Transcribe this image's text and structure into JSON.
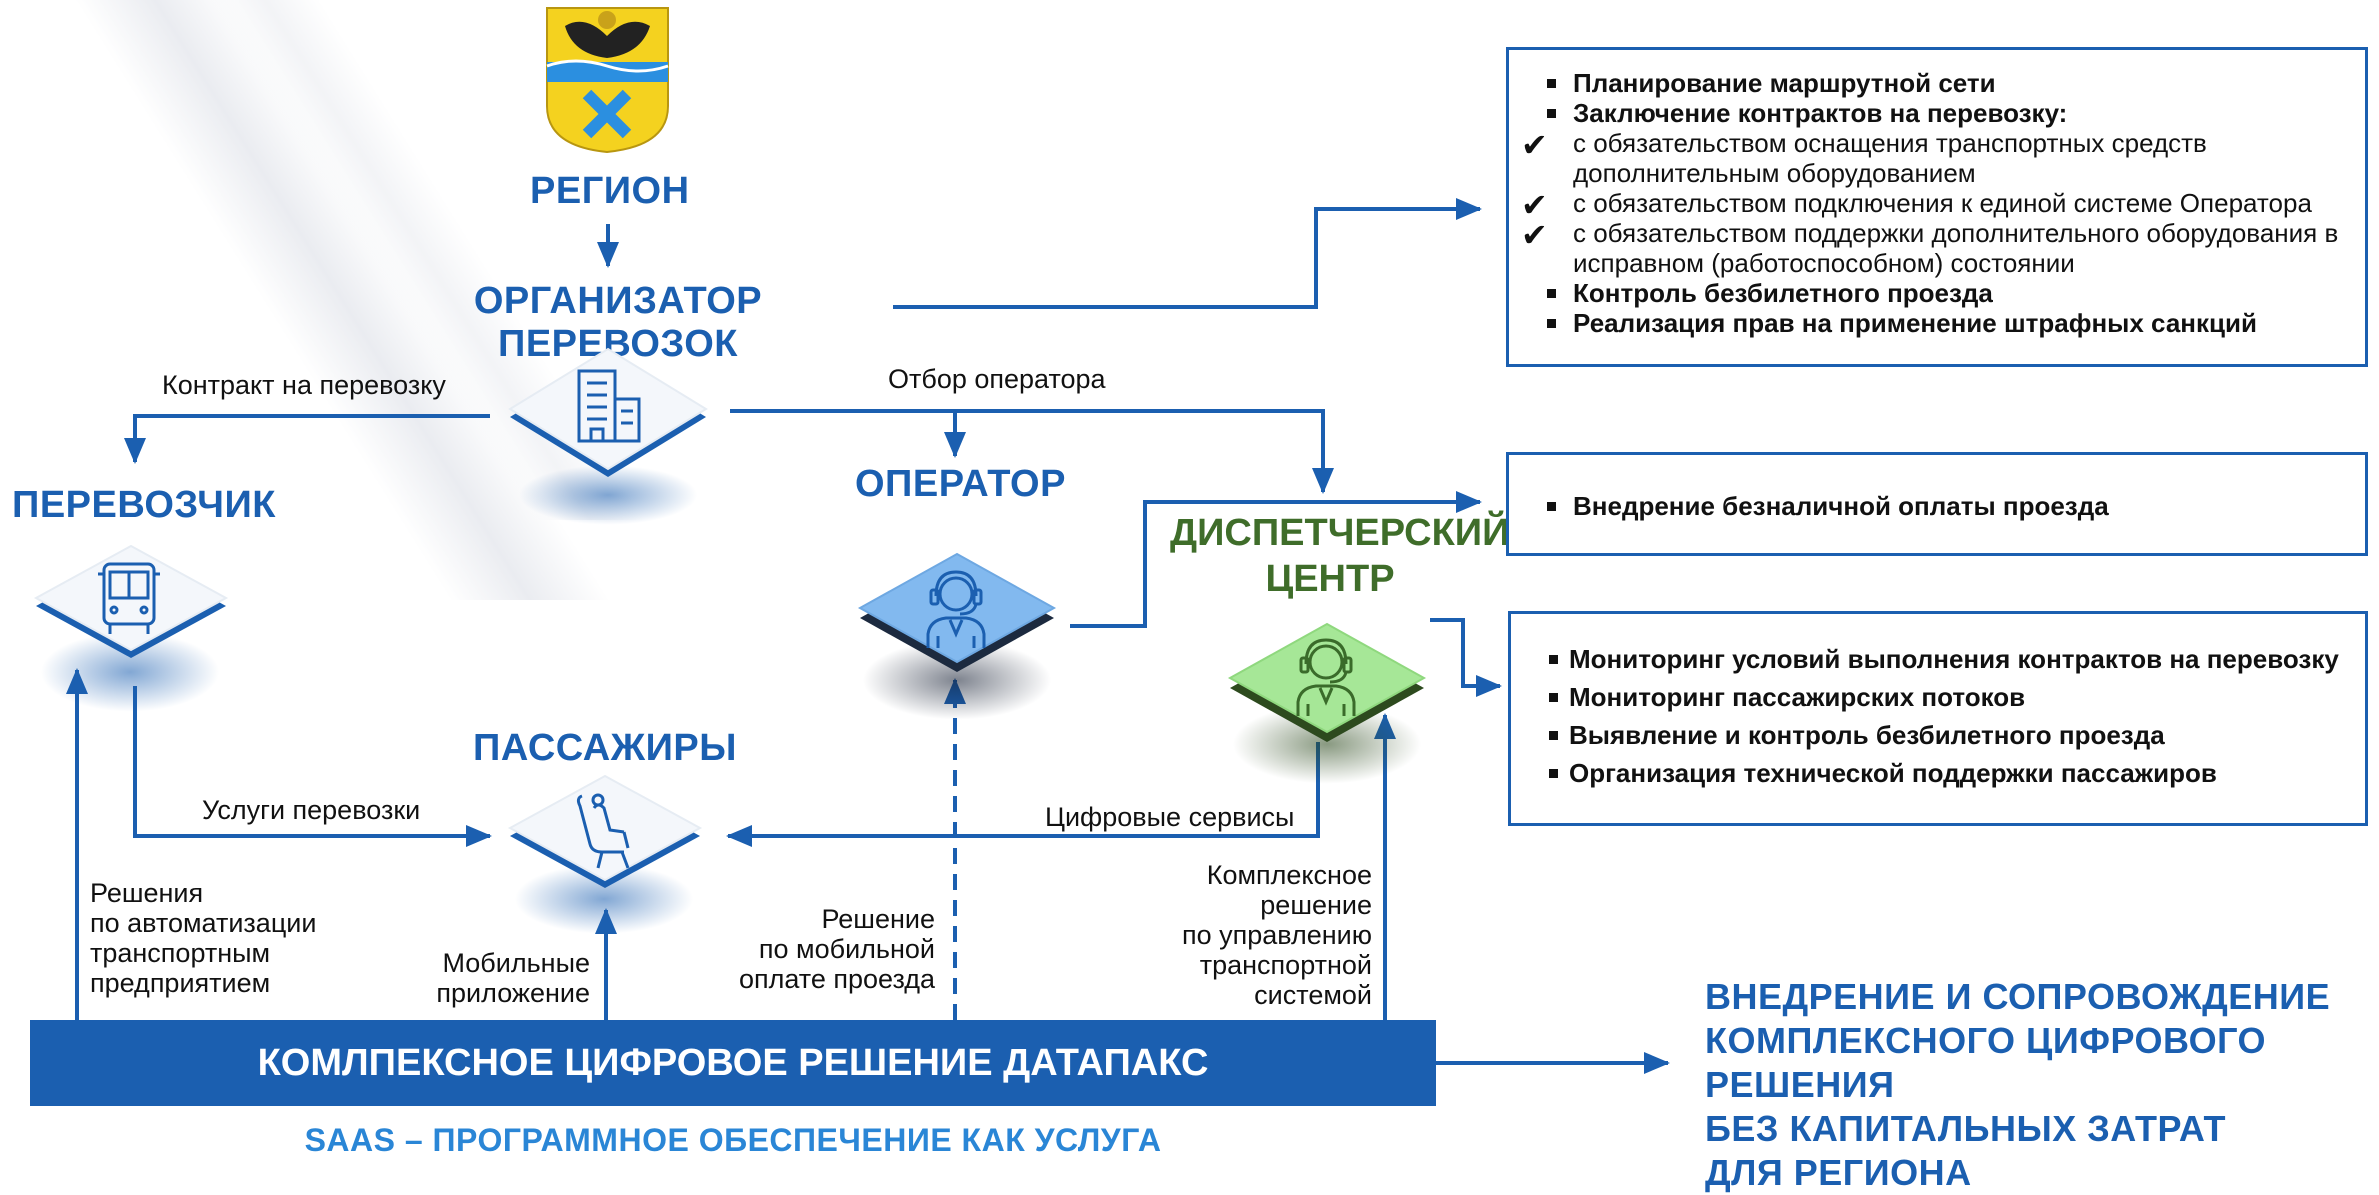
{
  "nodes": {
    "region": "РЕГИОН",
    "organizer": "ОРГАНИЗАТОР ПЕРЕВОЗОК",
    "carrier": "ПЕРЕВОЗЧИК",
    "operator": "ОПЕРАТОР",
    "dispatch_line1": "ДИСПЕТЧЕРСКИЙ",
    "dispatch_line2": "ЦЕНТР",
    "passengers": "ПАССАЖИРЫ"
  },
  "edges": {
    "contract": "Контракт на перевозку",
    "operator_selection": "Отбор оператора",
    "transport_services": "Услуги перевозки",
    "digital_services": "Цифровые сервисы",
    "automation": [
      "Решения",
      "по автоматизации",
      "транспортным",
      "предприятием"
    ],
    "mobile_apps": [
      "Мобильные",
      "приложение"
    ],
    "mobile_payment": [
      "Решение",
      "по мобильной",
      "оплате проезда"
    ],
    "complex_mgmt": [
      "Комплексное",
      "решение",
      "по управлению",
      "транспортной",
      "системой"
    ]
  },
  "box_organizer": [
    {
      "kind": "bullet",
      "text": "Планирование маршрутной сети"
    },
    {
      "kind": "bullet",
      "text": "Заключение контрактов на перевозку:"
    },
    {
      "kind": "check",
      "text": "с обязательством оснащения транспортных средств дополнительным оборудованием"
    },
    {
      "kind": "check",
      "text": "с обязательством подключения к единой системе Оператора"
    },
    {
      "kind": "check",
      "text": "с обязательством поддержки дополнительного оборудования в исправном (работоспособном) состоянии"
    },
    {
      "kind": "bullet",
      "text": "Контроль безбилетного проезда"
    },
    {
      "kind": "bullet",
      "text": "Реализация прав на применение штрафных санкций"
    }
  ],
  "box_operator": [
    "Внедрение безналичной оплаты проезда"
  ],
  "box_dispatch": [
    "Мониторинг условий выполнения контрактов на перевозку",
    "Мониторинг пассажирских потоков",
    "Выявление и контроль безбилетного проезда",
    "Организация технической поддержки пассажиров"
  ],
  "bottom_bar": "КОМЛПЕКСНОЕ ЦИФРОВОЕ РЕШЕНИЕ ДАТАПАКС",
  "saas": "SAAS – ПРОГРАММНОЕ ОБЕСПЕЧЕНИЕ КАК УСЛУГА",
  "summary": [
    "ВНЕДРЕНИЕ И СОПРОВОЖДЕНИЕ",
    "КОМПЛЕКСНОГО ЦИФРОВОГО РЕШЕНИЯ",
    "БЕЗ КАПИТАЛЬНЫХ ЗАТРАТ",
    "ДЛЯ РЕГИОНА"
  ],
  "icons": {
    "coat_of_arms": "coat-of-arms-icon",
    "organizer": "office-building-icon",
    "carrier": "bus-icon",
    "operator": "headset-operator-icon",
    "dispatch": "headset-operator-icon",
    "passengers": "passenger-seat-icon"
  },
  "colors": {
    "primary_blue": "#1b5fb0",
    "dispatch_green": "#3f6d2a",
    "tile_green": "#9fe38f",
    "tile_blue": "#7db6ef"
  }
}
